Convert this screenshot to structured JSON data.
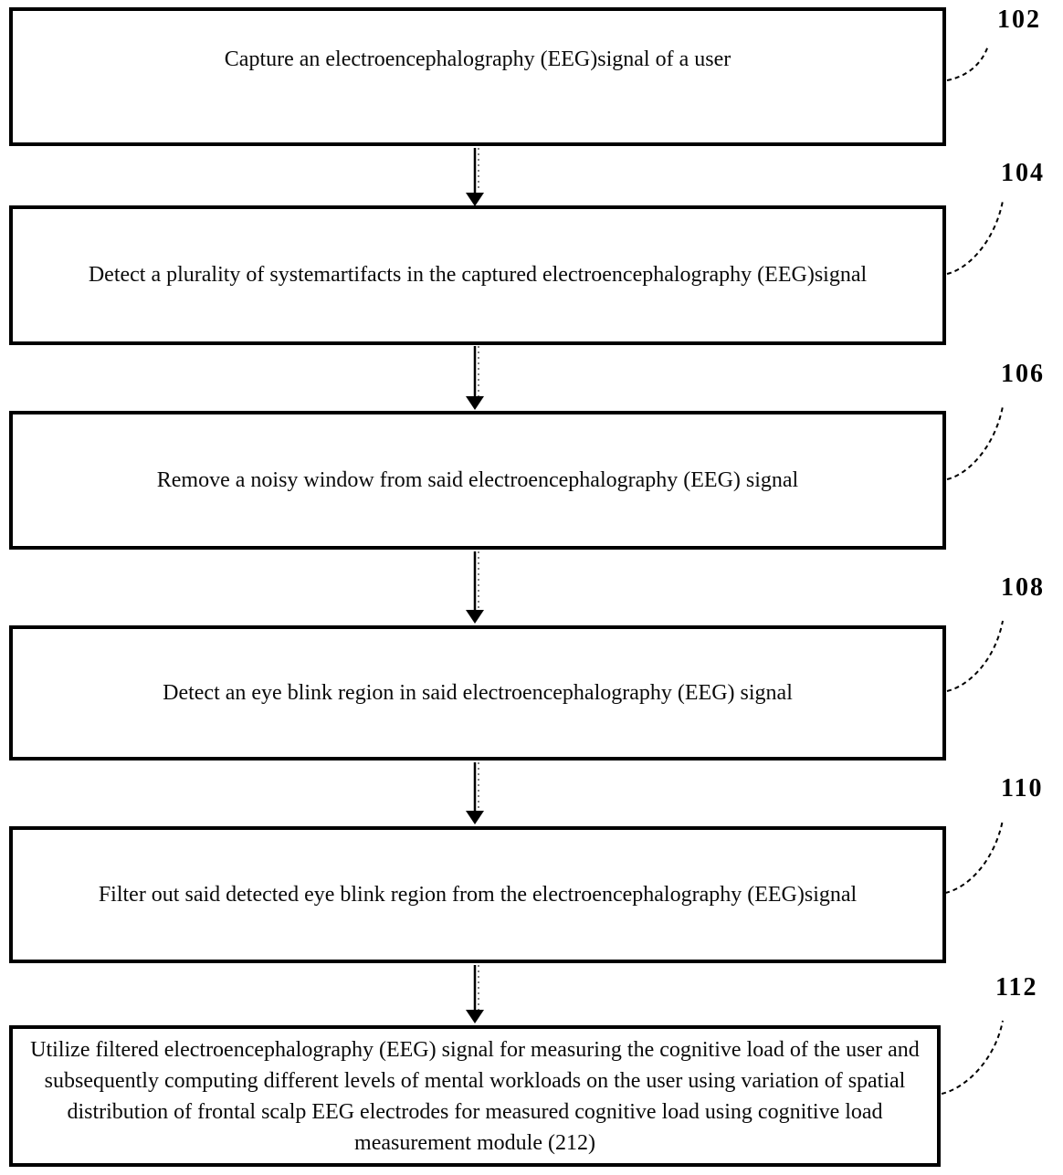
{
  "figure": {
    "colors": {
      "ink": "#000000",
      "paper": "#ffffff"
    },
    "steps": [
      {
        "ref": "102",
        "label": "Capture an electroencephalography (EEG)signal of a user"
      },
      {
        "ref": "104",
        "label": "Detect a plurality of systemartifacts in the captured electroencephalography (EEG)signal"
      },
      {
        "ref": "106",
        "label": "Remove a noisy window from said electroencephalography (EEG) signal"
      },
      {
        "ref": "108",
        "label": "Detect an eye blink region in said electroencephalography (EEG) signal"
      },
      {
        "ref": "110",
        "label": "Filter out said detected eye blink region from the electroencephalography (EEG)signal"
      },
      {
        "ref": "112",
        "label": "Utilize filtered electroencephalography (EEG) signal for measuring the cognitive load of the user and subsequently computing different levels of mental workloads on the user using variation of spatial distribution of frontal scalp EEG electrodes for measured cognitive load using cognitive load measurement module (212)"
      }
    ]
  }
}
